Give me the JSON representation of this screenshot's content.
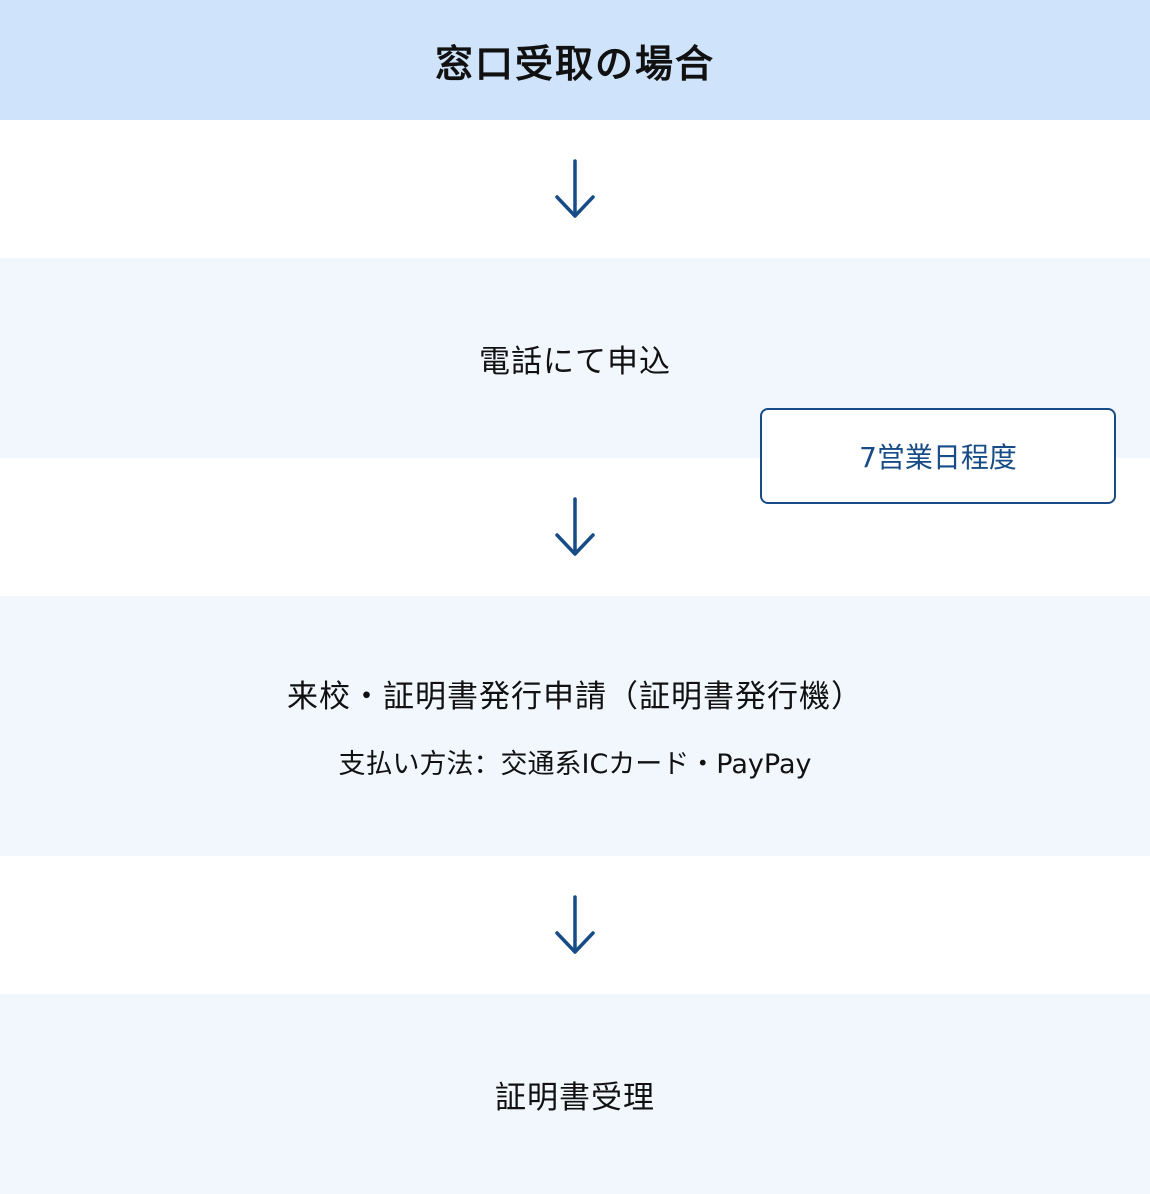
{
  "header": {
    "title": "窓口受取の場合"
  },
  "steps": [
    {
      "label": "電話にて申込"
    },
    {
      "label": "来校・証明書発行申請（証明書発行機）",
      "sub": "支払い方法：交通系ICカード・PayPay"
    },
    {
      "label": "証明書受理"
    }
  ],
  "badge": {
    "label": "7営業日程度"
  },
  "colors": {
    "header_bg": "#cfe4fa",
    "step_bg": "#f1f7fd",
    "accent": "#174c86"
  }
}
